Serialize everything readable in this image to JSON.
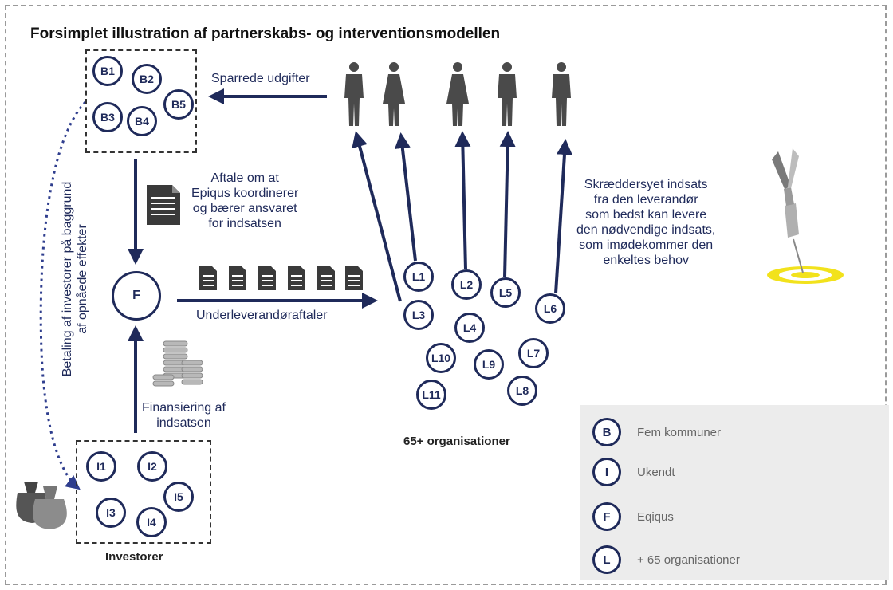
{
  "title": "Forsimplet illustration af partnerskabs- og interventionsmodellen",
  "municipalities": [
    "B1",
    "B2",
    "B3",
    "B4",
    "B5"
  ],
  "investors": [
    "I1",
    "I2",
    "I3",
    "I4",
    "I5"
  ],
  "investors_label": "Investorer",
  "coordinator": "F",
  "organisations": [
    "L1",
    "L2",
    "L3",
    "L4",
    "L5",
    "L6",
    "L7",
    "L8",
    "L9",
    "L10",
    "L11"
  ],
  "organisations_label": "65+ organisationer",
  "labels": {
    "saved_costs": "Sparrede udgifter",
    "agreement": [
      "Aftale om at",
      "Epiqus koordinerer",
      "og bærer ansvaret",
      "for indsatsen"
    ],
    "subcontracts": "Underleverandøraftaler",
    "financing": [
      "Finansiering af",
      "indsatsen"
    ],
    "payment": [
      "Betaling af investorer på baggrund",
      "af opnåede effekter"
    ],
    "tailored": [
      "Skræddersyet indsats",
      "fra den leverandør",
      "som bedst kan levere",
      "den nødvendige indsats,",
      "som imødekommer den",
      "enkeltes behov"
    ]
  },
  "legend": [
    {
      "symbol": "B",
      "text": "Fem kommuner"
    },
    {
      "symbol": "I",
      "text": "Ukendt"
    },
    {
      "symbol": "F",
      "text": "Eqiqus"
    },
    {
      "symbol": "L",
      "text": "+ 65 organisationer"
    }
  ],
  "people_icons": [
    "male-icon",
    "female-icon",
    "female-icon",
    "male-icon",
    "male-icon"
  ],
  "colors": {
    "navy": "#1f2a5a",
    "legend_bg": "#ececec",
    "target_yellow": "#f2e21c"
  }
}
